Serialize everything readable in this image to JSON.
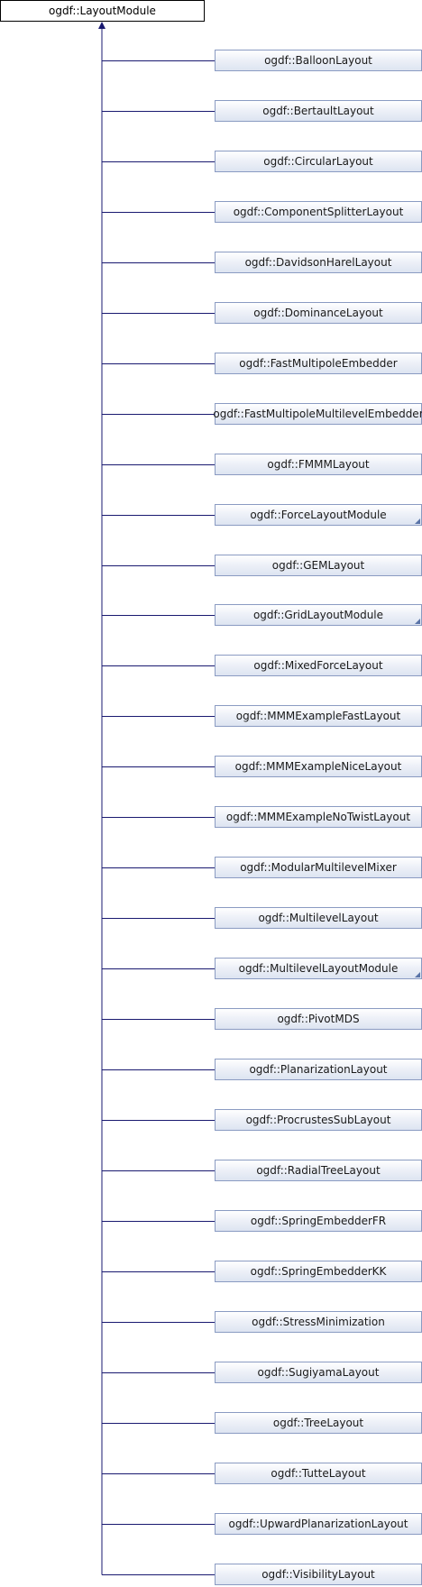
{
  "root": {
    "label": "ogdf::LayoutModule"
  },
  "edge_color": "#191970",
  "children": [
    {
      "label": "ogdf::BalloonLayout",
      "has_more": false
    },
    {
      "label": "ogdf::BertaultLayout",
      "has_more": false
    },
    {
      "label": "ogdf::CircularLayout",
      "has_more": false
    },
    {
      "label": "ogdf::ComponentSplitterLayout",
      "has_more": false
    },
    {
      "label": "ogdf::DavidsonHarelLayout",
      "has_more": false
    },
    {
      "label": "ogdf::DominanceLayout",
      "has_more": false
    },
    {
      "label": "ogdf::FastMultipoleEmbedder",
      "has_more": false
    },
    {
      "label": "ogdf::FastMultipoleMultilevelEmbedder",
      "has_more": false
    },
    {
      "label": "ogdf::FMMMLayout",
      "has_more": false
    },
    {
      "label": "ogdf::ForceLayoutModule",
      "has_more": true
    },
    {
      "label": "ogdf::GEMLayout",
      "has_more": false
    },
    {
      "label": "ogdf::GridLayoutModule",
      "has_more": true
    },
    {
      "label": "ogdf::MixedForceLayout",
      "has_more": false
    },
    {
      "label": "ogdf::MMMExampleFastLayout",
      "has_more": false
    },
    {
      "label": "ogdf::MMMExampleNiceLayout",
      "has_more": false
    },
    {
      "label": "ogdf::MMMExampleNoTwistLayout",
      "has_more": false
    },
    {
      "label": "ogdf::ModularMultilevelMixer",
      "has_more": false
    },
    {
      "label": "ogdf::MultilevelLayout",
      "has_more": false
    },
    {
      "label": "ogdf::MultilevelLayoutModule",
      "has_more": true
    },
    {
      "label": "ogdf::PivotMDS",
      "has_more": false
    },
    {
      "label": "ogdf::PlanarizationLayout",
      "has_more": false
    },
    {
      "label": "ogdf::ProcrustesSubLayout",
      "has_more": false
    },
    {
      "label": "ogdf::RadialTreeLayout",
      "has_more": false
    },
    {
      "label": "ogdf::SpringEmbedderFR",
      "has_more": false
    },
    {
      "label": "ogdf::SpringEmbedderKK",
      "has_more": false
    },
    {
      "label": "ogdf::StressMinimization",
      "has_more": false
    },
    {
      "label": "ogdf::SugiyamaLayout",
      "has_more": false
    },
    {
      "label": "ogdf::TreeLayout",
      "has_more": false
    },
    {
      "label": "ogdf::TutteLayout",
      "has_more": false
    },
    {
      "label": "ogdf::UpwardPlanarizationLayout",
      "has_more": false
    },
    {
      "label": "ogdf::VisibilityLayout",
      "has_more": false
    }
  ]
}
